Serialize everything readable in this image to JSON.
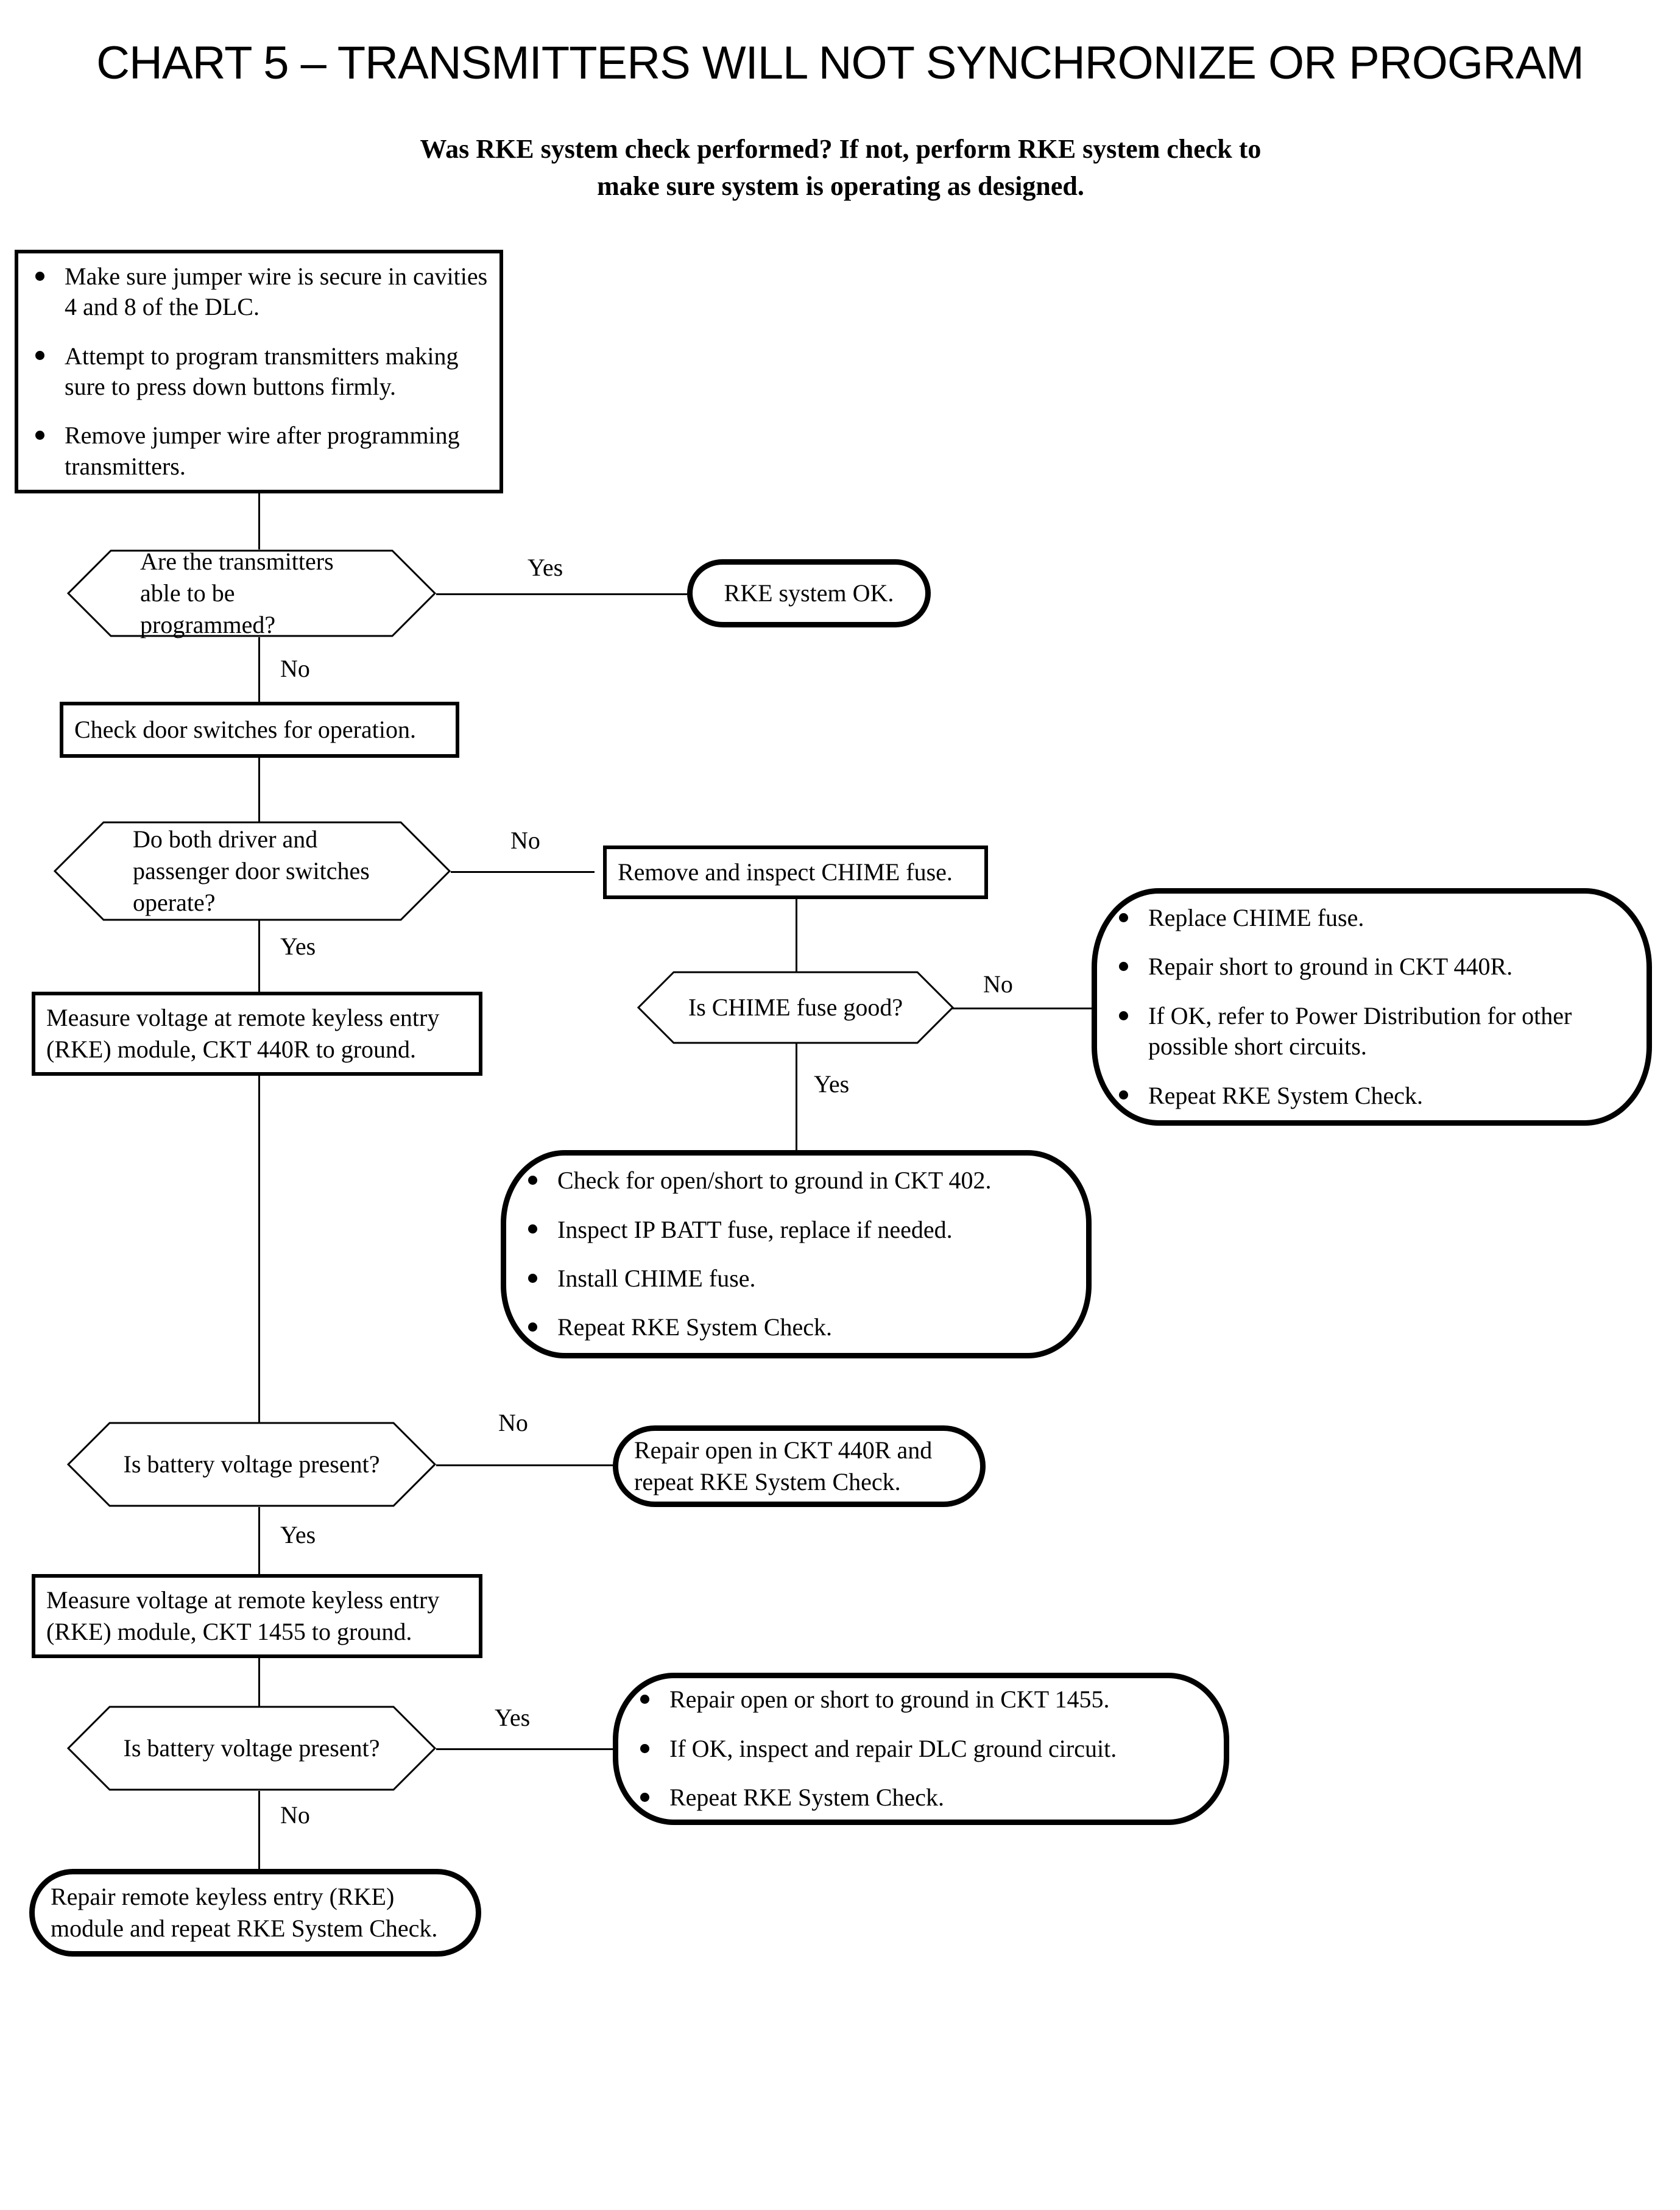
{
  "chart": {
    "title": "CHART 5 – TRANSMITTERS WILL NOT SYNCHRONIZE OR PROGRAM",
    "subtitle": "Was RKE system check performed?  If not, perform RKE system check to make sure system is operating as designed."
  },
  "nodes": {
    "start_instructions": {
      "type": "process",
      "bullets": [
        "Make sure jumper wire is secure in cavities 4 and 8 of the DLC.",
        "Attempt to program transmitters making sure to press down buttons firmly.",
        "Remove jumper wire after programming transmitters."
      ]
    },
    "d_transmitters_programmed": {
      "type": "decision",
      "text": "Are the transmitters able to be programmed?"
    },
    "t_rke_ok": {
      "type": "terminator",
      "text": "RKE system OK."
    },
    "p_check_door_switches": {
      "type": "process",
      "text": "Check door switches for operation."
    },
    "d_door_switches_operate": {
      "type": "decision",
      "text": "Do both driver and passenger door switches operate?"
    },
    "p_remove_chime_fuse": {
      "type": "process",
      "text": "Remove and inspect CHIME fuse."
    },
    "d_chime_fuse_good": {
      "type": "decision",
      "text": "Is CHIME fuse good?"
    },
    "t_replace_chime_fuse": {
      "type": "terminator",
      "bullets": [
        "Replace CHIME fuse.",
        "Repair short to ground in CKT 440R.",
        "If OK, refer to Power Distribution for other possible short circuits.",
        "Repeat RKE System Check."
      ]
    },
    "t_check_ckt_402": {
      "type": "terminator",
      "bullets": [
        "Check for open/short to ground in CKT 402.",
        "Inspect IP BATT fuse, replace if needed.",
        "Install CHIME fuse.",
        "Repeat RKE System Check."
      ]
    },
    "p_measure_440r": {
      "type": "process",
      "text": "Measure voltage at remote keyless entry (RKE) module, CKT 440R to ground."
    },
    "d_battery_voltage_1": {
      "type": "decision",
      "text": "Is battery voltage present?"
    },
    "t_repair_open_440r": {
      "type": "terminator",
      "text": "Repair open in CKT 440R and repeat RKE System Check."
    },
    "p_measure_1455": {
      "type": "process",
      "text": "Measure voltage at remote keyless entry (RKE) module, CKT 1455 to ground."
    },
    "d_battery_voltage_2": {
      "type": "decision",
      "text": "Is battery voltage present?"
    },
    "t_repair_1455": {
      "type": "terminator",
      "bullets": [
        "Repair open or short to ground in CKT 1455.",
        "If OK, inspect and repair DLC ground circuit.",
        "Repeat RKE System Check."
      ]
    },
    "t_repair_rke_module": {
      "type": "terminator",
      "text": "Repair remote keyless entry (RKE) module and repeat RKE System Check."
    }
  },
  "edge_labels": {
    "yes_transmitters": "Yes",
    "no_transmitters": "No",
    "no_door_switches": "No",
    "yes_door_switches": "Yes",
    "no_chime_fuse": "No",
    "yes_chime_fuse": "Yes",
    "no_battery_1": "No",
    "yes_battery_1": "Yes",
    "yes_battery_2": "Yes",
    "no_battery_2": "No"
  },
  "colors": {
    "line": "#000000",
    "background": "#ffffff",
    "text": "#000000"
  }
}
